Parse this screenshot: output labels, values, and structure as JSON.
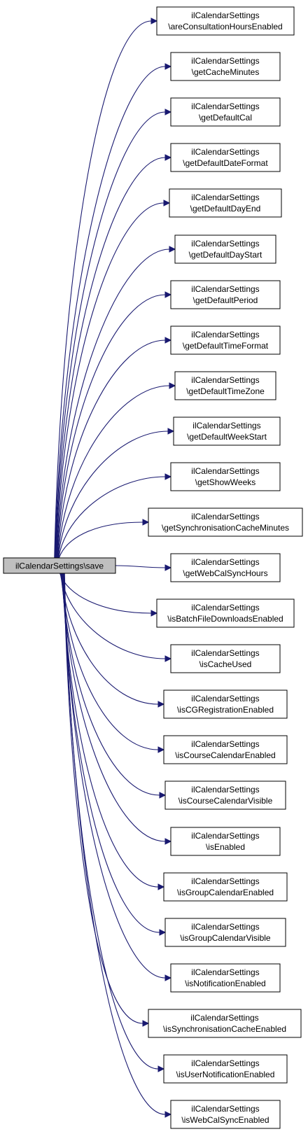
{
  "graph": {
    "root": {
      "label": "ilCalendarSettings\\save"
    },
    "edge_color": "#191970",
    "root_fill": "#bfbfbf",
    "nodes": [
      {
        "line1": "ilCalendarSettings",
        "line2": "\\areConsultationHoursEnabled"
      },
      {
        "line1": "ilCalendarSettings",
        "line2": "\\getCacheMinutes"
      },
      {
        "line1": "ilCalendarSettings",
        "line2": "\\getDefaultCal"
      },
      {
        "line1": "ilCalendarSettings",
        "line2": "\\getDefaultDateFormat"
      },
      {
        "line1": "ilCalendarSettings",
        "line2": "\\getDefaultDayEnd"
      },
      {
        "line1": "ilCalendarSettings",
        "line2": "\\getDefaultDayStart"
      },
      {
        "line1": "ilCalendarSettings",
        "line2": "\\getDefaultPeriod"
      },
      {
        "line1": "ilCalendarSettings",
        "line2": "\\getDefaultTimeFormat"
      },
      {
        "line1": "ilCalendarSettings",
        "line2": "\\getDefaultTimeZone"
      },
      {
        "line1": "ilCalendarSettings",
        "line2": "\\getDefaultWeekStart"
      },
      {
        "line1": "ilCalendarSettings",
        "line2": "\\getShowWeeks"
      },
      {
        "line1": "ilCalendarSettings",
        "line2": "\\getSynchronisationCacheMinutes"
      },
      {
        "line1": "ilCalendarSettings",
        "line2": "\\getWebCalSyncHours"
      },
      {
        "line1": "ilCalendarSettings",
        "line2": "\\isBatchFileDownloadsEnabled"
      },
      {
        "line1": "ilCalendarSettings",
        "line2": "\\isCacheUsed"
      },
      {
        "line1": "ilCalendarSettings",
        "line2": "\\isCGRegistrationEnabled"
      },
      {
        "line1": "ilCalendarSettings",
        "line2": "\\isCourseCalendarEnabled"
      },
      {
        "line1": "ilCalendarSettings",
        "line2": "\\isCourseCalendarVisible"
      },
      {
        "line1": "ilCalendarSettings",
        "line2": "\\isEnabled"
      },
      {
        "line1": "ilCalendarSettings",
        "line2": "\\isGroupCalendarEnabled"
      },
      {
        "line1": "ilCalendarSettings",
        "line2": "\\isGroupCalendarVisible"
      },
      {
        "line1": "ilCalendarSettings",
        "line2": "\\isNotificationEnabled"
      },
      {
        "line1": "ilCalendarSettings",
        "line2": "\\isSynchronisationCacheEnabled"
      },
      {
        "line1": "ilCalendarSettings",
        "line2": "\\isUserNotificationEnabled"
      },
      {
        "line1": "ilCalendarSettings",
        "line2": "\\isWebCalSyncEnabled"
      }
    ]
  }
}
